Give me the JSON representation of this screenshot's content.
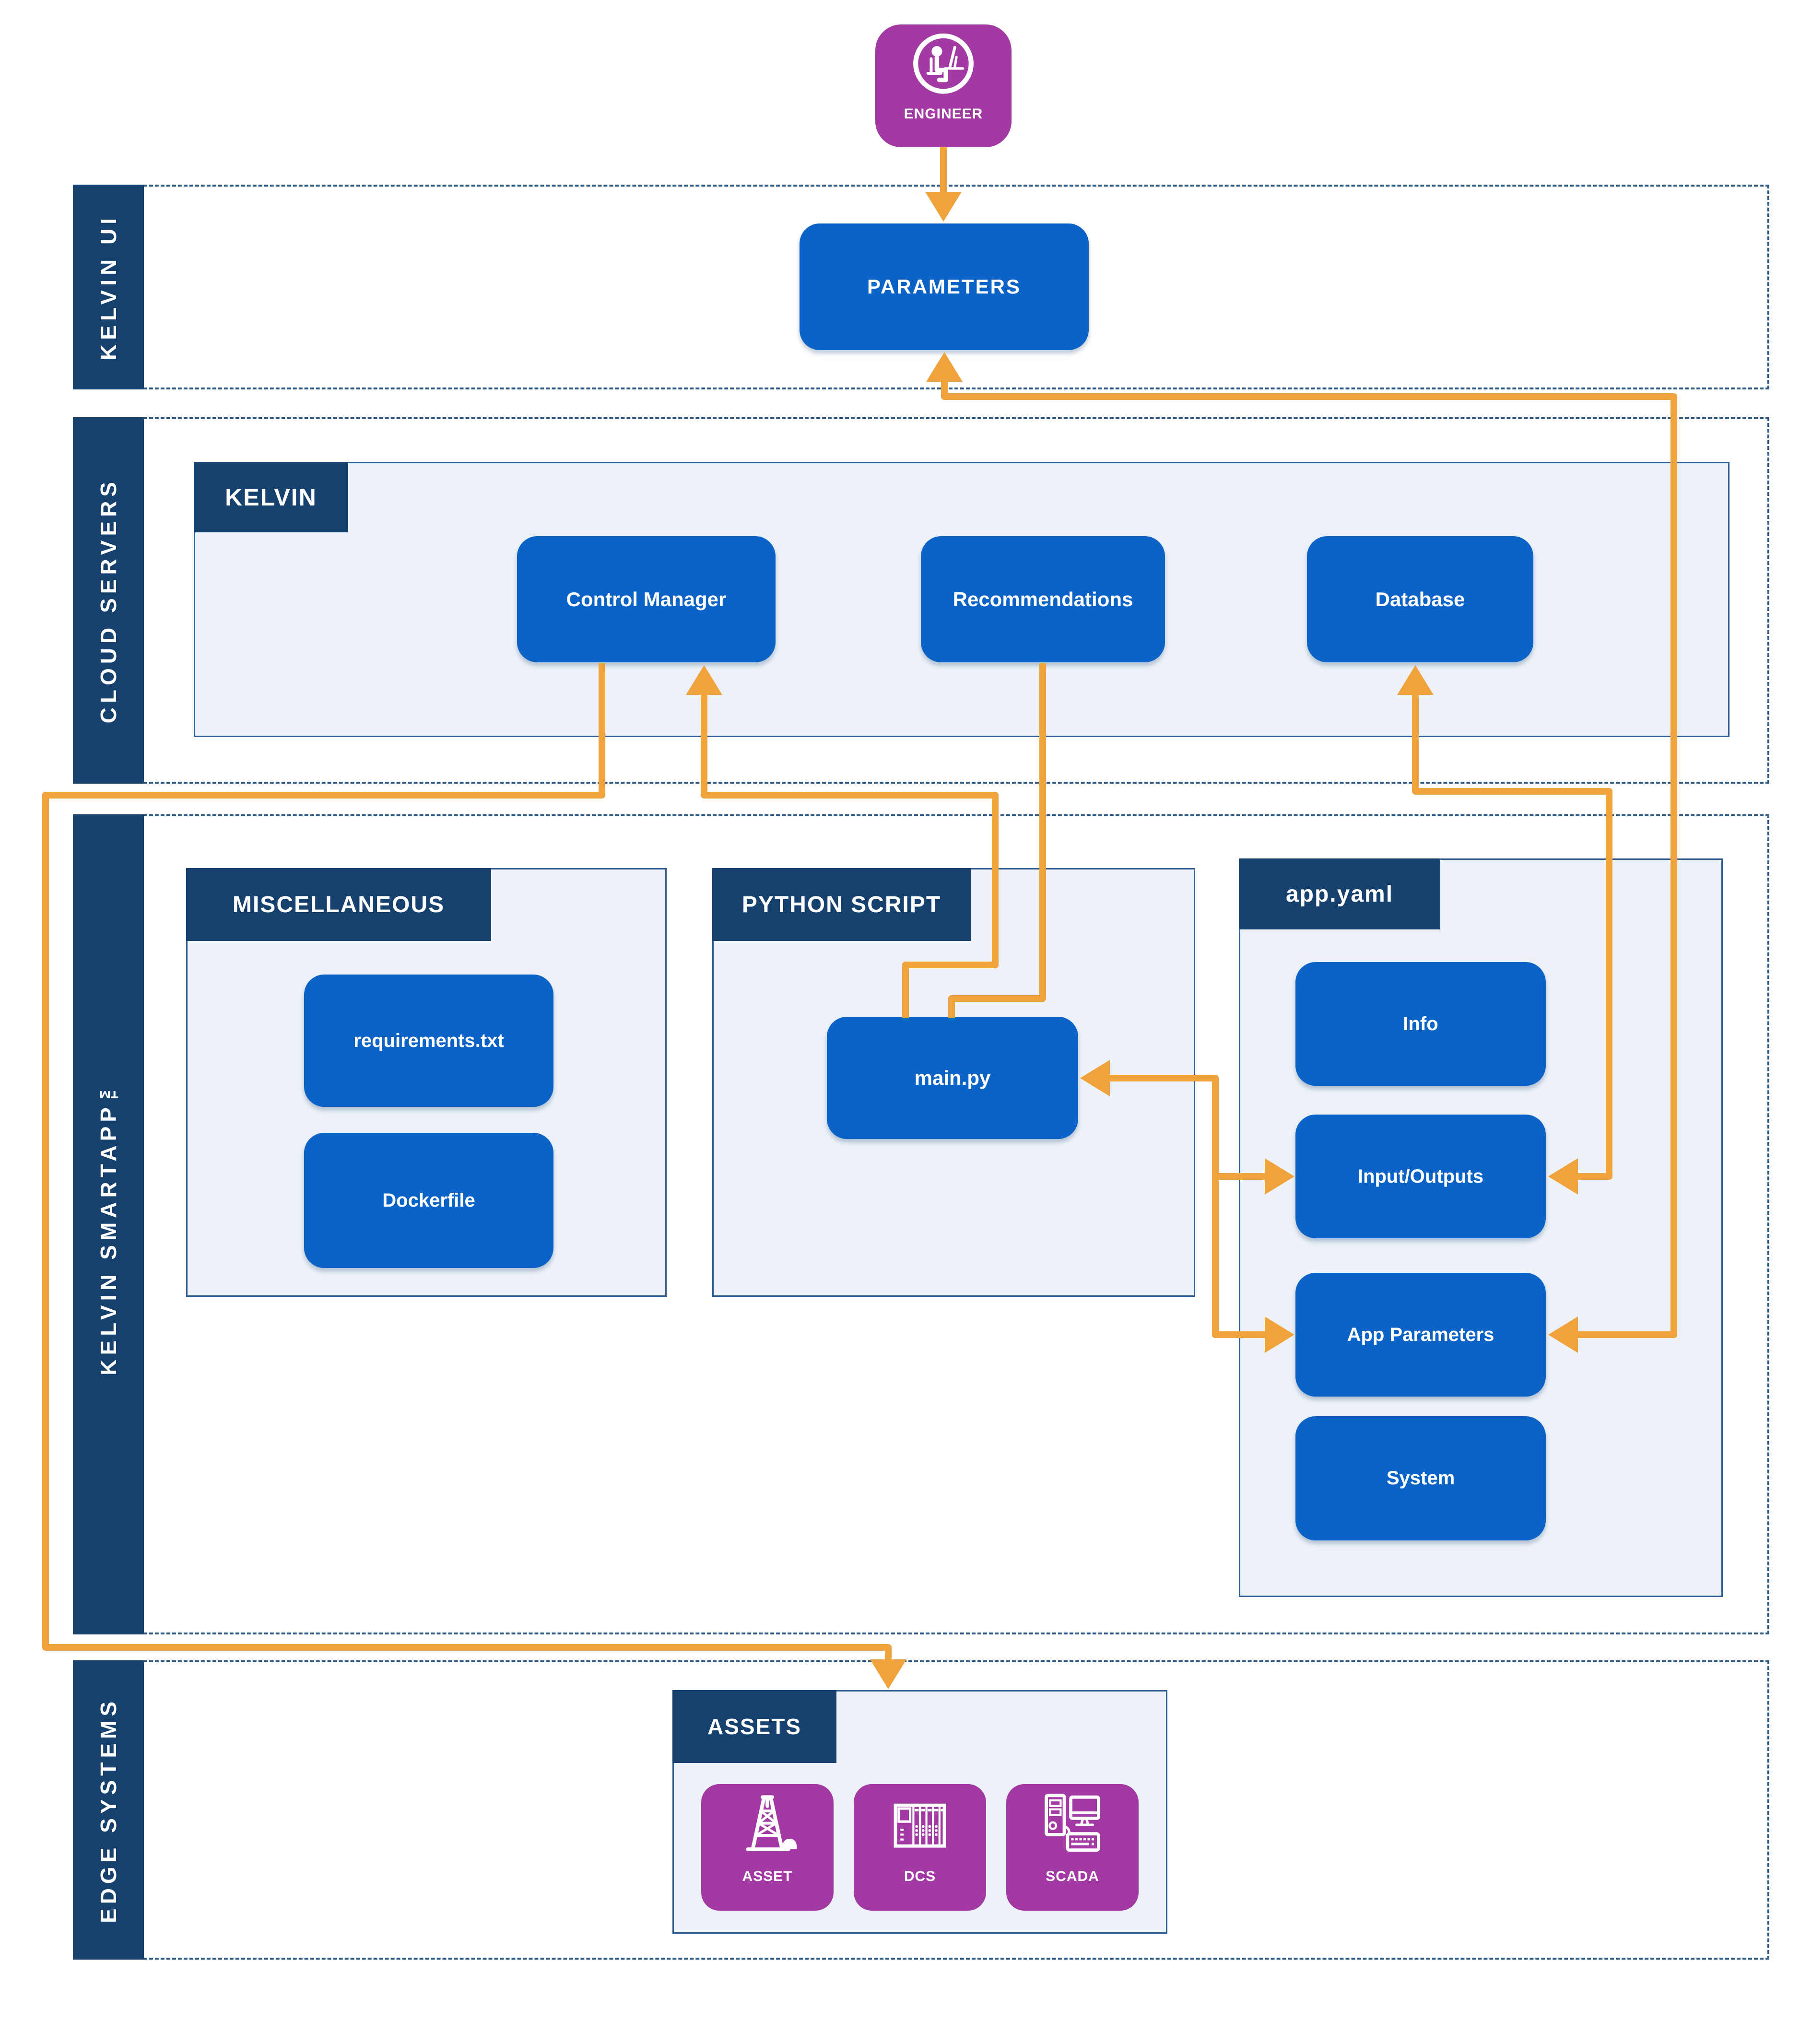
{
  "colors": {
    "navy": "#16406E",
    "blue": "#0C63C7",
    "orange": "#F0A33C",
    "magenta": "#A33AA3",
    "panel_fill": "#EDF2F8",
    "dashed_border": "#2A567F"
  },
  "engineer": {
    "label": "ENGINEER"
  },
  "bands": {
    "kelvin_ui": {
      "label": "KELVIN UI"
    },
    "cloud_servers": {
      "label": "CLOUD SERVERS"
    },
    "smartapp": {
      "label": "KELVIN SMARTAPP™"
    },
    "edge_systems": {
      "label": "EDGE SYSTEMS"
    }
  },
  "kelvin_ui": {
    "parameters_label": "PARAMETERS"
  },
  "cloud": {
    "kelvin_title": "KELVIN",
    "control_manager": "Control Manager",
    "recommendations": "Recommendations",
    "database": "Database"
  },
  "smartapp": {
    "misc": {
      "title": "MISCELLANEOUS",
      "requirements": "requirements.txt",
      "dockerfile": "Dockerfile"
    },
    "python": {
      "title": "PYTHON SCRIPT",
      "main": "main.py"
    },
    "appyaml": {
      "title": "app.yaml",
      "info": "Info",
      "inputs_outputs": "Input/Outputs",
      "app_parameters": "App Parameters",
      "system": "System"
    }
  },
  "edge": {
    "assets_title": "ASSETS",
    "tiles": {
      "asset": "ASSET",
      "dcs": "DCS",
      "scada": "SCADA"
    }
  }
}
